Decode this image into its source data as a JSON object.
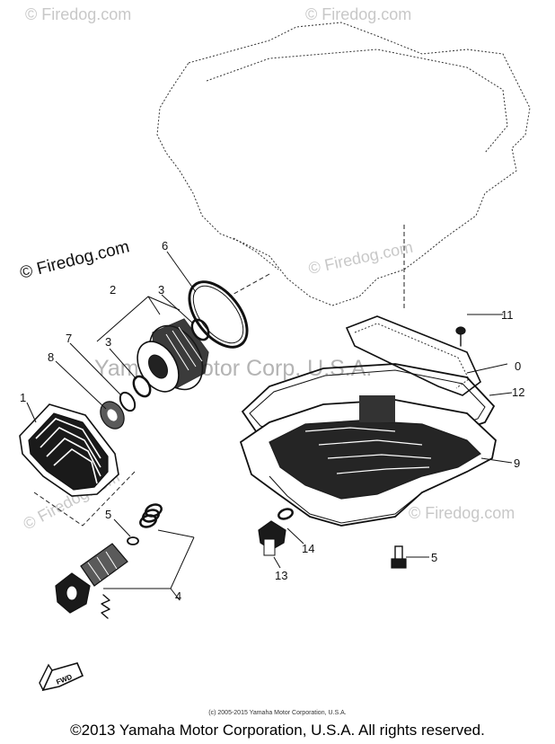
{
  "watermarks": {
    "site": "© Firedog.com",
    "brand": "Yamaha Motor Corp. U.S.A."
  },
  "labels": {
    "p1": "1",
    "p2": "2",
    "p3a": "3",
    "p3b": "3",
    "p4": "4",
    "p5a": "5",
    "p5b": "5",
    "p6": "6",
    "p7": "7",
    "p8": "8",
    "p9": "9",
    "p10": "0",
    "p11": "11",
    "p12": "12",
    "p13": "13",
    "p14": "14",
    "fwd": "FWD"
  },
  "footer": {
    "small_copyright": "(c) 2005-2015 Yamaha Motor Corporation, U.S.A.",
    "rights": "©2013 Yamaha Motor Corporation, U.S.A. All rights reserved."
  }
}
